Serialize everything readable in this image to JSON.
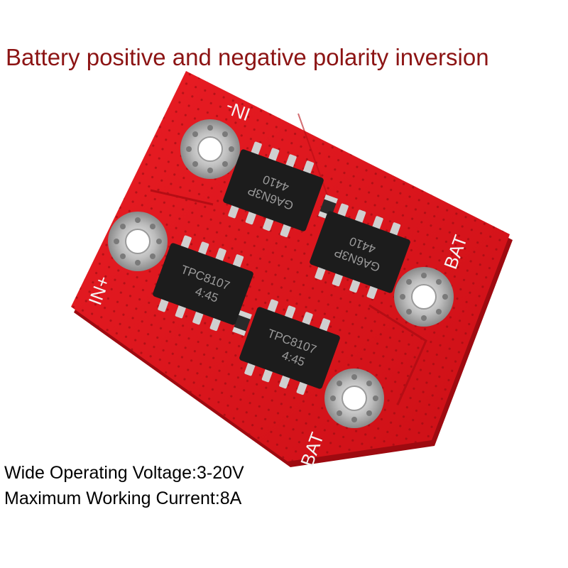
{
  "headline": "Battery positive and negative polarity inversion",
  "specs": {
    "voltage": "Wide Operating Voltage:3-20V",
    "current": "Maximum Working Current:8A"
  },
  "silkscreen": {
    "in_minus": "IN-",
    "in_plus": "IN+",
    "bat_top": "BAT",
    "bat_bottom": "BAT"
  },
  "chips": [
    {
      "line1": "GA6N3P",
      "line2": "4410"
    },
    {
      "line1": "GA6N3P",
      "line2": "4410"
    },
    {
      "line1": "TPC8107",
      "line2": "4:45"
    },
    {
      "line1": "TPC8107",
      "line2": "4:45"
    }
  ],
  "colors": {
    "pcb": "#e0141c",
    "pcb_edge": "#b20c12",
    "chip": "#1c1c1c",
    "pad": "#c8c8c8",
    "headline": "#8c1414"
  }
}
